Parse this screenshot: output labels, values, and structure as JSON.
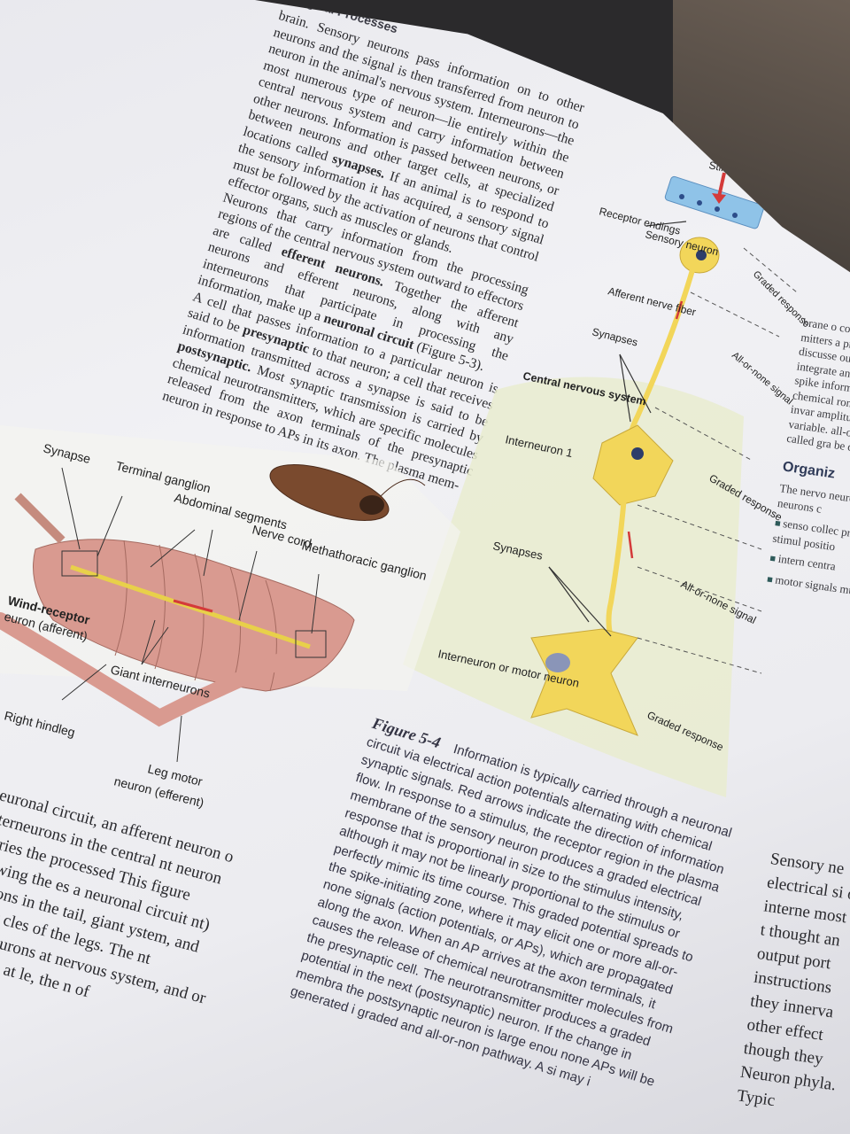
{
  "header": {
    "running_title": "ological Processes"
  },
  "body_text": {
    "p1": "brain. Sensory neurons pass information on to other neurons and the signal is then transferred from neuron to neuron in the animal's nervous system. Interneurons—the most numerous type of neuron—lie entirely within the central nervous system and carry information between other neurons. Information is passed between neurons, or between neurons and other target cells, at specialized locations called",
    "p1_bold": "synapses.",
    "p1_end": "If an animal is to respond to the sensory information it has acquired, a sensory signal must be followed by the activation of neurons that control effector organs, such as muscles or glands.",
    "p2_bold_a": "Neurons that carry information from the processing regions of the central nervous system outward to effectors are called",
    "p2_bold_b": "efferent neurons.",
    "p2": "Together the afferent neurons and efferent neurons, along with any interneurons that participate in processing the information, make up a",
    "p2_term": "neuronal circuit",
    "p2_end": "(Figure 5-3).",
    "p3": "A cell that passes information to a particular neuron is said to be",
    "p3_term": "presynaptic",
    "p3_mid": "to that neuron; a cell that receives information transmitted across a synapse is said to be",
    "p3_term2": "postsynaptic.",
    "p3_end": "Most synaptic transmission is carried by chemical neurotransmitters, which are specific molecules released from the axon terminals of the presynaptic neuron in response to APs in its axon. The plasma mem-"
  },
  "figure_5_3": {
    "labels": {
      "synapse": "Synapse",
      "terminal_ganglion": "Terminal ganglion",
      "abdominal_segments": "Abdominal segments",
      "nerve_cord": "Nerve cord",
      "metathoracic_ganglion": "Methathoracic ganglion",
      "wind_receptor": "Wind-receptor",
      "neuron_afferent": "euron (afferent)",
      "giant_interneurons": "Giant interneurons",
      "right_hindleg": "Right hindleg",
      "leg_motor": "Leg motor",
      "neuron_efferent": "neuron (efferent)"
    }
  },
  "figure_5_4": {
    "labels": {
      "stimulus": "Stimulus",
      "receptor_endings": "Receptor endings",
      "sensory_neuron": "Sensory neuron",
      "afferent_nerve_fiber": "Afferent nerve fiber",
      "synapses_1": "Synapses",
      "cns": "Central nervous system",
      "interneuron_1": "Interneuron 1",
      "synapses_2": "Synapses",
      "interneuron_or_motor": "Interneuron or motor neuron",
      "graded_response_1": "Graded response",
      "all_or_none_1": "All-or-none signal",
      "graded_response_2": "Graded response",
      "all_or_none_2": "All-or-none signal",
      "graded_response_3": "Graded response"
    },
    "caption_label": "Figure 5-4",
    "caption_text": "Information is typically carried through a neuronal circuit via electrical action potentials alternating with chemical synaptic signals. Red arrows indicate the direction of information flow. In response to a stimulus, the receptor region in the plasma membrane of the sensory neuron produces a graded electrical response that is proportional in size to the stimulus intensity, although it may not be linearly proportional to the stimulus or perfectly mimic its time course. This graded potential spreads to the spike-initiating zone, where it may elicit one or more all-or-none signals (action potentials, or APs), which are propagated along the axon. When an AP arrives at the axon terminals, it causes the release of chemical neurotransmitter molecules from the presynaptic cell. The neurotransmitter produces a graded potential in the next (postsynaptic) neuron. If the change in membra the postsynaptic neuron is large enou none APs will be generated i graded and all-or-non pathway. A si may i"
  },
  "bottom_left_text": "neuronal circuit, an afferent neuron o interneurons in the central nt neuron carries the processed This figure showing the es a neuronal circuit nt) neurons in the tail, giant ystem, and motor cles of the legs. The nt interneurons at nervous system, and or neurons at le, the n of",
  "right_column": {
    "top": "brane o contains mitters a presence discusse ous syna integrate and soma the spike informat chemical rons, the are invar amplitud variable. all-or-no called gra be discus",
    "heading": "Organiz",
    "intro": "The nervo neurons a neurons c",
    "bullet_1": "senso collec pressu stimul positio",
    "bullet_2": "intern centra",
    "bullet_3": "motor signals muscle",
    "para": "Sensory ne electrical si of interne most of t thought an output port instructions they innerva other effect though they Neuron phyla. Typic"
  },
  "colors": {
    "neuron_yellow": "#f2d65a",
    "cns_bg": "#e9eccf",
    "arrow_red": "#d43a3a",
    "insect_pink": "#d99a90",
    "receptor_blue": "#8fc3e8"
  }
}
